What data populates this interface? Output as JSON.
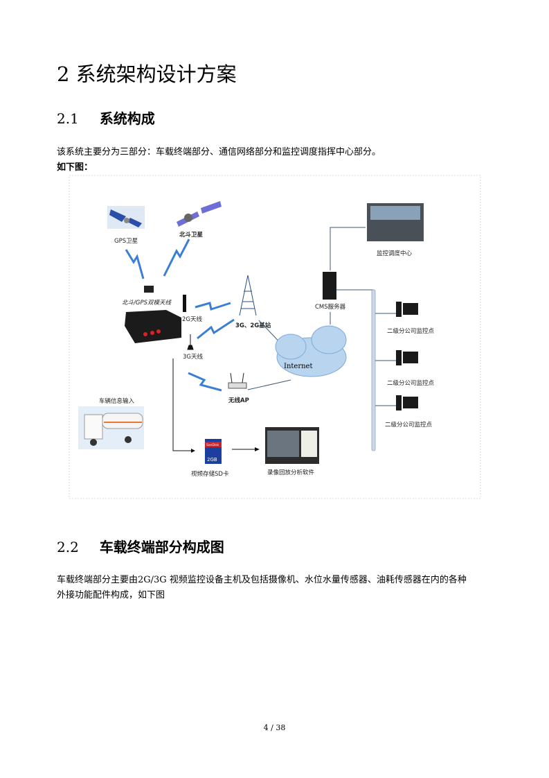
{
  "heading1": {
    "number": "2",
    "title": "系统架构设计方案"
  },
  "section_2_1": {
    "number": "2.1",
    "title": "系统构成",
    "paragraph": "该系统主要分为三部分：车载终端部分、通信网络部分和监控调度指挥中心部分。",
    "caption_intro": "如下图："
  },
  "diagram": {
    "gps_satellite": "GPS卫星",
    "beidou_satellite": "北斗卫星",
    "dual_antenna": "北斗/GPS双模天线",
    "antenna_2g": "2G天线",
    "antenna_3g": "3G天线",
    "base_station": "3G、2G基站",
    "cms_server": "CMS服务器",
    "internet": "Internet",
    "control_center": "监控调度中心",
    "branch_1": "二级分公司监控点",
    "branch_2": "二级分公司监控点",
    "branch_3": "二级分公司监控点",
    "wireless_ap": "无线AP",
    "vehicle_input": "车辆信息输入",
    "sd_card": "视频存储SD卡",
    "sd_brand": "SanDisk",
    "sd_capacity": "2GB",
    "playback_software": "录像回放分析软件"
  },
  "section_2_2": {
    "number": "2.2",
    "title": "车载终端部分构成图",
    "paragraph_line1": "车载终端部分主要由2G/3G 视频监控设备主机及包括摄像机、水位水量传感器、油耗传感器在内的各种",
    "paragraph_line2": "外接功能配件构成，如下图"
  },
  "footer": {
    "page": "4 / 38"
  },
  "colors": {
    "signal": "#3a7fd5",
    "line": "#3b5a78",
    "bus": "#c9d7e6"
  }
}
